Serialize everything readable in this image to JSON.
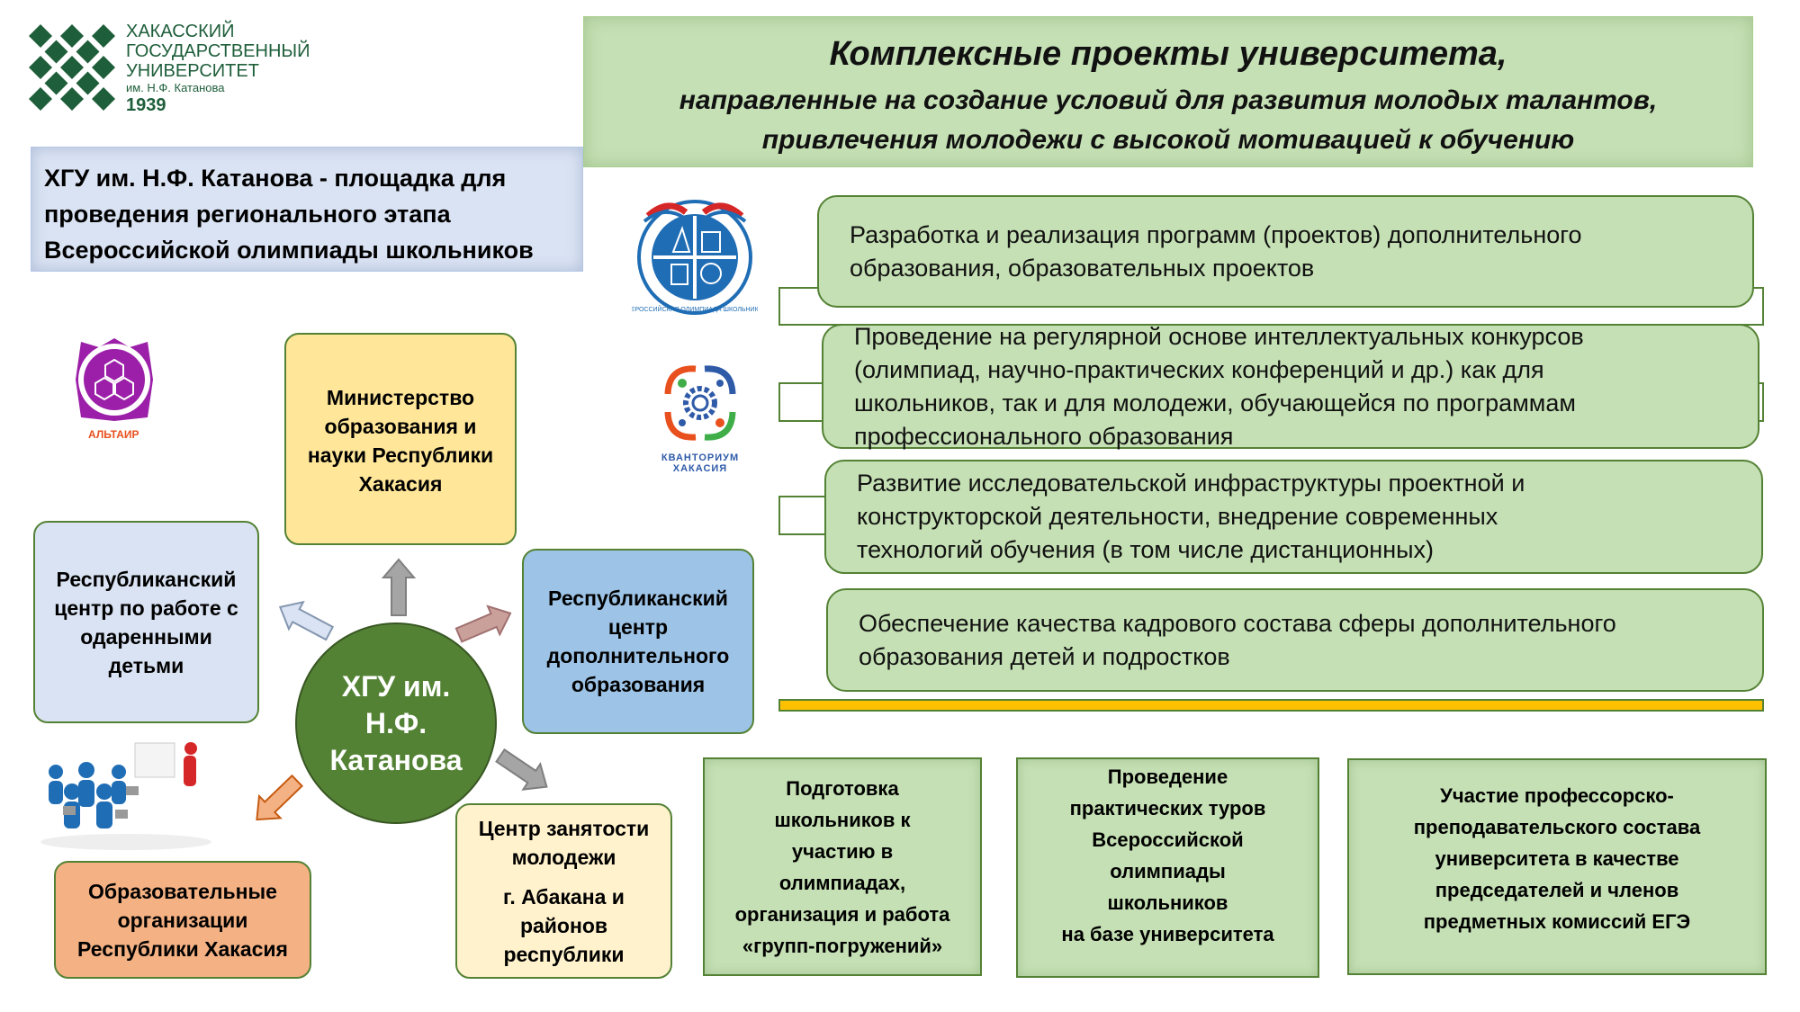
{
  "logo": {
    "line1": "ХАКАССКИЙ",
    "line2": "ГОСУДАРСТВЕННЫЙ",
    "line3": "УНИВЕРСИТЕТ",
    "line4": "им. Н.Ф. Катанова",
    "year": "1939",
    "color": "#1e5e3a"
  },
  "title": {
    "line1": "Комплексные проекты университета,",
    "line2": "направленные на создание условий для развития молодых талантов,",
    "line3": "привлечения молодежи с высокой мотивацией к обучению"
  },
  "site_box": {
    "lines": [
      "ХГУ им. Н.Ф. Катанова - площадка для",
      "проведения регионального этапа",
      "Всероссийской олимпиады школьников"
    ]
  },
  "partner_logos": {
    "altair": "АЛЬТАИР",
    "kvantorium_1": "КВАНТОРИУМ",
    "kvantorium_2": "ХАКАСИЯ",
    "olympiad_ring": "ВСЕРОССИЙСКАЯ ОЛИМПИАДА ШКОЛЬНИКОВ"
  },
  "projects": [
    {
      "lines": [
        "Разработка и реализация программ (проектов) дополнительного",
        "образования, образовательных проектов"
      ]
    },
    {
      "lines": [
        "Проведение на регулярной основе интеллектуальных  конкурсов",
        "(олимпиад, научно-практических конференций и др.) как для",
        "школьников, так и для молодежи, обучающейся по программам",
        "профессионального образования"
      ]
    },
    {
      "lines": [
        "Развитие исследовательской инфраструктуры проектной и",
        "конструкторской деятельности, внедрение современных",
        "технологий обучения (в том числе дистанционных)"
      ]
    },
    {
      "lines": [
        "Обеспечение качества кадрового состава сферы дополнительного",
        "образования детей и подростков"
      ]
    }
  ],
  "hub": {
    "lines": [
      "ХГУ им.",
      "Н.Ф.",
      "Катанова"
    ]
  },
  "partners": {
    "ministry": [
      "Министерство",
      "образования и",
      "науки Республики",
      "Хакасия"
    ],
    "gifted_center": [
      "Республиканский",
      "центр по работе с",
      "одаренными",
      "детьми"
    ],
    "additional_center": [
      "Республиканский",
      "центр",
      "дополнительного",
      "образования"
    ],
    "edu_orgs": [
      "Образовательные",
      "организации",
      "Республики Хакасия"
    ],
    "employment_center": [
      "Центр занятости",
      "молодежи",
      "г. Абакана и",
      "районов",
      "республики"
    ]
  },
  "activities": [
    {
      "lines": [
        "Подготовка",
        "школьников к",
        "участию  в",
        "олимпиадах,",
        "организация и работа",
        "«групп-погружений»"
      ]
    },
    {
      "lines": [
        "Проведение",
        "практических туров",
        "Всероссийской",
        "олимпиады",
        "школьников",
        "на базе университета"
      ]
    },
    {
      "lines": [
        "Участие профессорско-",
        "преподавательского состава",
        "университета в качестве",
        "председателей и членов",
        "предметных комиссий ЕГЭ"
      ]
    }
  ],
  "colors": {
    "green_fill": "#c5e0b4",
    "green_border": "#548235",
    "hub": "#548235",
    "ministry": "#ffe699",
    "gifted_center": "#dae3f3",
    "additional_center": "#9dc3e6",
    "edu_orgs": "#f4b183",
    "employment_center": "#fff2cc",
    "bar": "#ffc000"
  }
}
